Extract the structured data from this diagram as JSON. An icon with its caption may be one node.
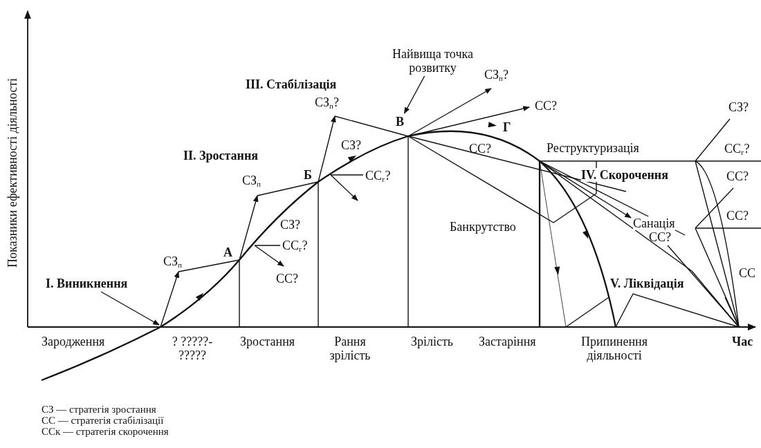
{
  "diagram": {
    "nodes": [
      {
        "text": [
          "I. Виникнення"
        ]
      },
      {
        "text": [
          "Найвища точка розвитку"
        ]
      },
      {
        "text": [
          "В"
        ]
      }
    ],
    "edges": [
      {
        "from": 0,
        "to": null,
        "arrow": "to"
      },
      {
        "from": 1,
        "to": 2,
        "arrow": "to"
      }
    ],
    "labels": [
      "Показники ефективності діяльності",
      "III. Стабілізація",
      "СЗ$_{п}$?",
      "СЗ$_{п}$?",
      "СС?",
      "Г",
      "СС?",
      "Реструктуризація",
      "СЗ?",
      "СС$_{г}$?",
      "II. Зростання",
      "СЗ?",
      "Б",
      "СС$_{г}$?",
      "СЗ$_{п}$",
      "IV. Скорочення",
      "СС?",
      "СС?",
      "Банкрутство",
      "Санація",
      "СС?",
      "СЗ?",
      "А",
      "СС$_{г}$?",
      "СЗ$_{п}$",
      "СС?",
      "СС",
      "V. Ліквідація",
      "Зародження",
      "? ?????- ?????",
      "Зростання",
      "Рання зрілість",
      "Зрілість",
      "Застаріння",
      "Припинення діяльності",
      "Час",
      "СЗ — стратегія зростання",
      "СС — стратегія стабілізації",
      "ССк — стратегія скорочення"
    ]
  }
}
